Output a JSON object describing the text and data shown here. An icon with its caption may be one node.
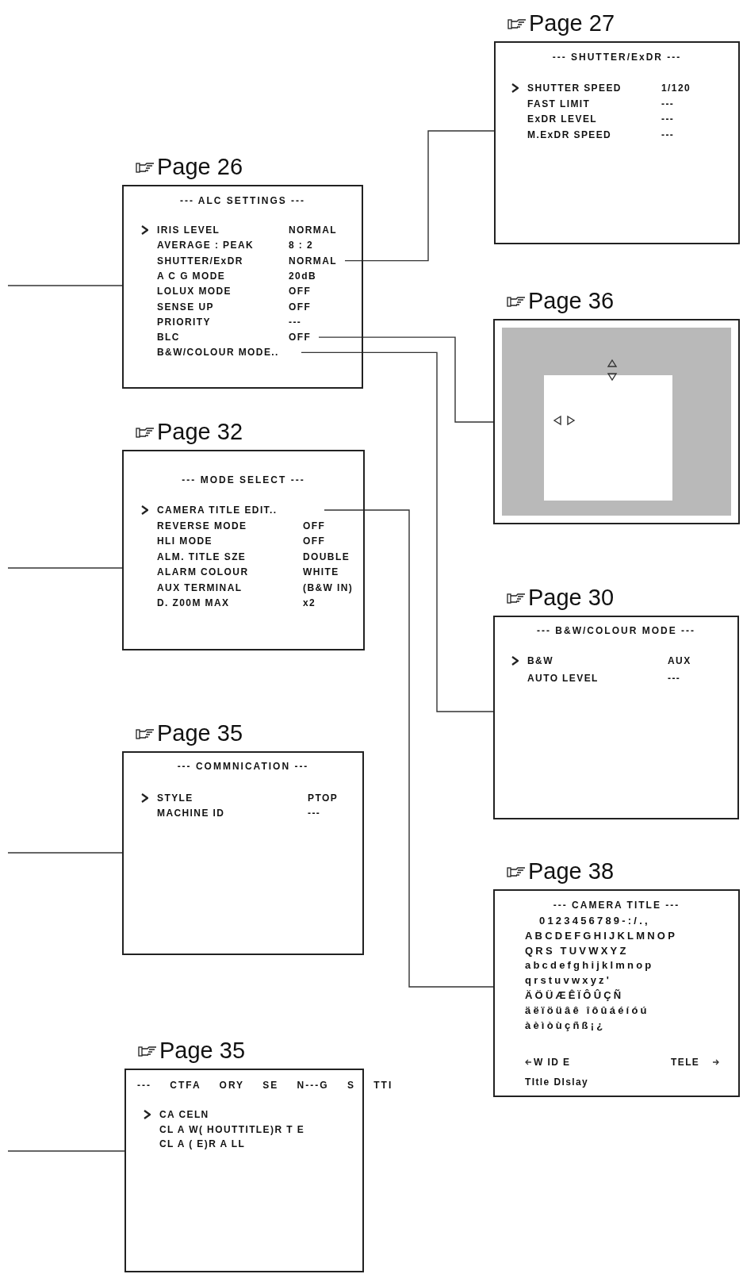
{
  "diagram": {
    "nodes": [
      {
        "text": [
          "Page 27",
          "--- SHUTTER/ExDR ---",
          "SHUTTER SPEED",
          "1/120",
          "FAST LIMIT",
          "---",
          "ExDR LEVEL",
          "---",
          "M.ExDR SPEED",
          "---"
        ]
      },
      {
        "text": [
          "Page 26",
          "--- ALC SETTINGS ---",
          "IRIS LEVEL",
          "NORMAL",
          "AVERAGE : PEAK",
          "8 : 2",
          "A C G MODE",
          "20dB",
          "LOLUX MODE",
          "OFF",
          "SENSE UP",
          "OFF",
          "PRIORITY",
          "---"
        ]
      },
      {
        "text": [
          "SHUTTER/ExDR",
          "NORMAL"
        ],
        "in": 1
      },
      {
        "text": [
          "BLC",
          "OFF"
        ],
        "in": 1
      },
      {
        "text": [
          "B&W/COLOUR MODE.."
        ],
        "in": 1
      },
      {
        "text": [
          "Page 36"
        ]
      },
      {
        "text": [
          "Page 32",
          "--- MODE SELECT ---",
          "REVERSE MODE",
          "OFF",
          "HLI MODE",
          "OFF",
          "ALM. TITLE SZE",
          "DOUBLE",
          "ALARM COLOUR",
          "WHITE",
          "AUX TERMINAL",
          "(B&W IN)",
          "D. Z00M MAX",
          "x2"
        ]
      },
      {
        "text": [
          "CAMERA TITLE EDIT.."
        ],
        "in": 6
      },
      {
        "text": [
          "Page 30",
          "--- B&W/COLOUR MODE ---",
          "B&W",
          "AUX",
          "AUTO LEVEL",
          "---"
        ]
      },
      {
        "text": [
          "Page 35",
          "--- COMMNICATION ---",
          "STYLE",
          "PTOP",
          "MACHINE ID",
          "---"
        ]
      },
      {
        "text": [
          "Page 38",
          "--- CAMERA TITLE ---",
          "0123456789-:/.,",
          "ABCDEFGHIJKLMNOP",
          "QRS TUVWXYZ",
          "abcdefghijklmnop",
          "qrstuvwxyz'",
          "ÄÖÜÆÊÏÔÛÇÑ",
          "äëïöüâê îôûáéíóú",
          "àèìòùçñß¡¿",
          "W ID E",
          "TELE",
          "TItle DIslay"
        ]
      },
      {
        "text": [
          "Page 35",
          "--- CTFA ORY SE N---G S TTI",
          "CA CELN",
          "CL A W( HOUTTITLE)R T E",
          "CL A ( E)R A LL"
        ]
      }
    ],
    "edges": [
      {
        "from": null,
        "to": 1,
        "arrow": "none"
      },
      {
        "from": 2,
        "to": 0,
        "arrow": "none"
      },
      {
        "from": 3,
        "to": 5,
        "arrow": "none"
      },
      {
        "from": 4,
        "to": 8,
        "arrow": "none"
      },
      {
        "from": null,
        "to": 6,
        "arrow": "none"
      },
      {
        "from": 7,
        "to": 10,
        "arrow": "none"
      },
      {
        "from": null,
        "to": 9,
        "arrow": "none"
      },
      {
        "from": null,
        "to": 11,
        "arrow": "none"
      }
    ]
  }
}
